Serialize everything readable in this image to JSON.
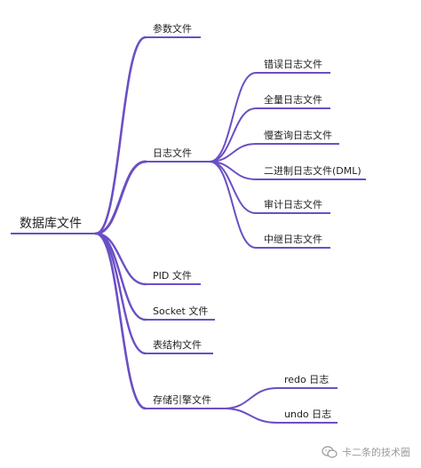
{
  "diagram": {
    "root": "数据库文件",
    "nodes": {
      "param": "参数文件",
      "log": "日志文件",
      "log_error": "错误日志文件",
      "log_general": "全量日志文件",
      "log_slow": "慢查询日志文件",
      "log_binary": "二进制日志文件(DML)",
      "log_audit": "审计日志文件",
      "log_relay": "中继日志文件",
      "pid": "PID 文件",
      "socket": "Socket 文件",
      "table_struct": "表结构文件",
      "storage": "存储引擎文件",
      "redo": "redo 日志",
      "undo": "undo 日志"
    }
  },
  "watermark": {
    "text": "卡二条的技术圈",
    "icon": "wechat-icon"
  },
  "colors": {
    "branch": "#6b4fc4",
    "text": "#1f1f1f",
    "watermark": "#9a9a9a"
  }
}
